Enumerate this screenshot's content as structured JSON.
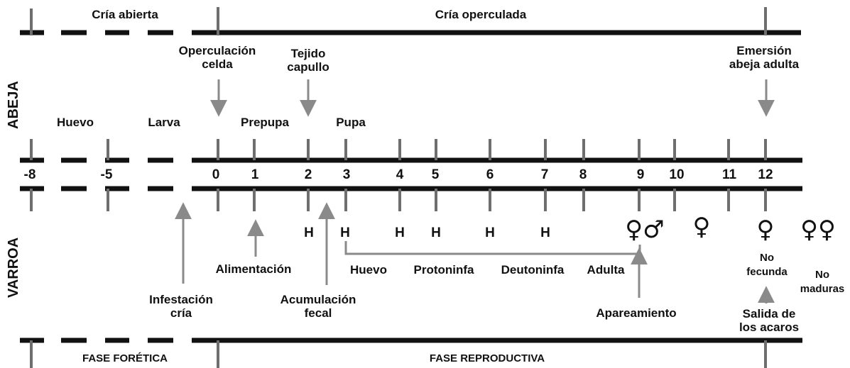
{
  "rows": {
    "abeja": "ABEJA",
    "varroa": "VARROA"
  },
  "phases_top": {
    "open_brood": "Cría abierta",
    "capped_brood": "Cría operculada"
  },
  "bee_events": {
    "operculation": [
      "Operculación",
      "celda"
    ],
    "cocoon": [
      "Tejido",
      "capullo"
    ],
    "emergence": [
      "Emersión",
      "abeja adulta"
    ]
  },
  "bee_stages": [
    "Huevo",
    "Larva",
    "Prepupa",
    "Pupa"
  ],
  "day_ticks": [
    "-8",
    "-5",
    "0",
    "1",
    "2",
    "3",
    "4",
    "5",
    "6",
    "7",
    "8",
    "9",
    "10",
    "11",
    "12"
  ],
  "varroa_h": "H",
  "varroa_symbols": {
    "mating": "♀♂",
    "female": "♀",
    "female_12": "♀",
    "immature": "♀♀"
  },
  "varroa_stages": [
    "Huevo",
    "Protoninfa",
    "Deutoninfa",
    "Adulta"
  ],
  "varroa_events": {
    "feeding": "Alimentación",
    "infestation": [
      "Infestación",
      "cría"
    ],
    "fecal": [
      "Acumulación",
      "fecal"
    ],
    "mating": "Apareamiento",
    "unfertilized": [
      "No",
      "fecunda"
    ],
    "immature": [
      "No",
      "maduras"
    ],
    "exit": [
      "Salida de",
      "los acaros"
    ]
  },
  "phases_bottom": {
    "phoretic": "FASE FORÉTICA",
    "reproductive": "FASE REPRODUCTIVA"
  },
  "colors": {
    "ink": "#111111",
    "arrow": "#8a8a8a",
    "tick": "#6e6e6e"
  }
}
